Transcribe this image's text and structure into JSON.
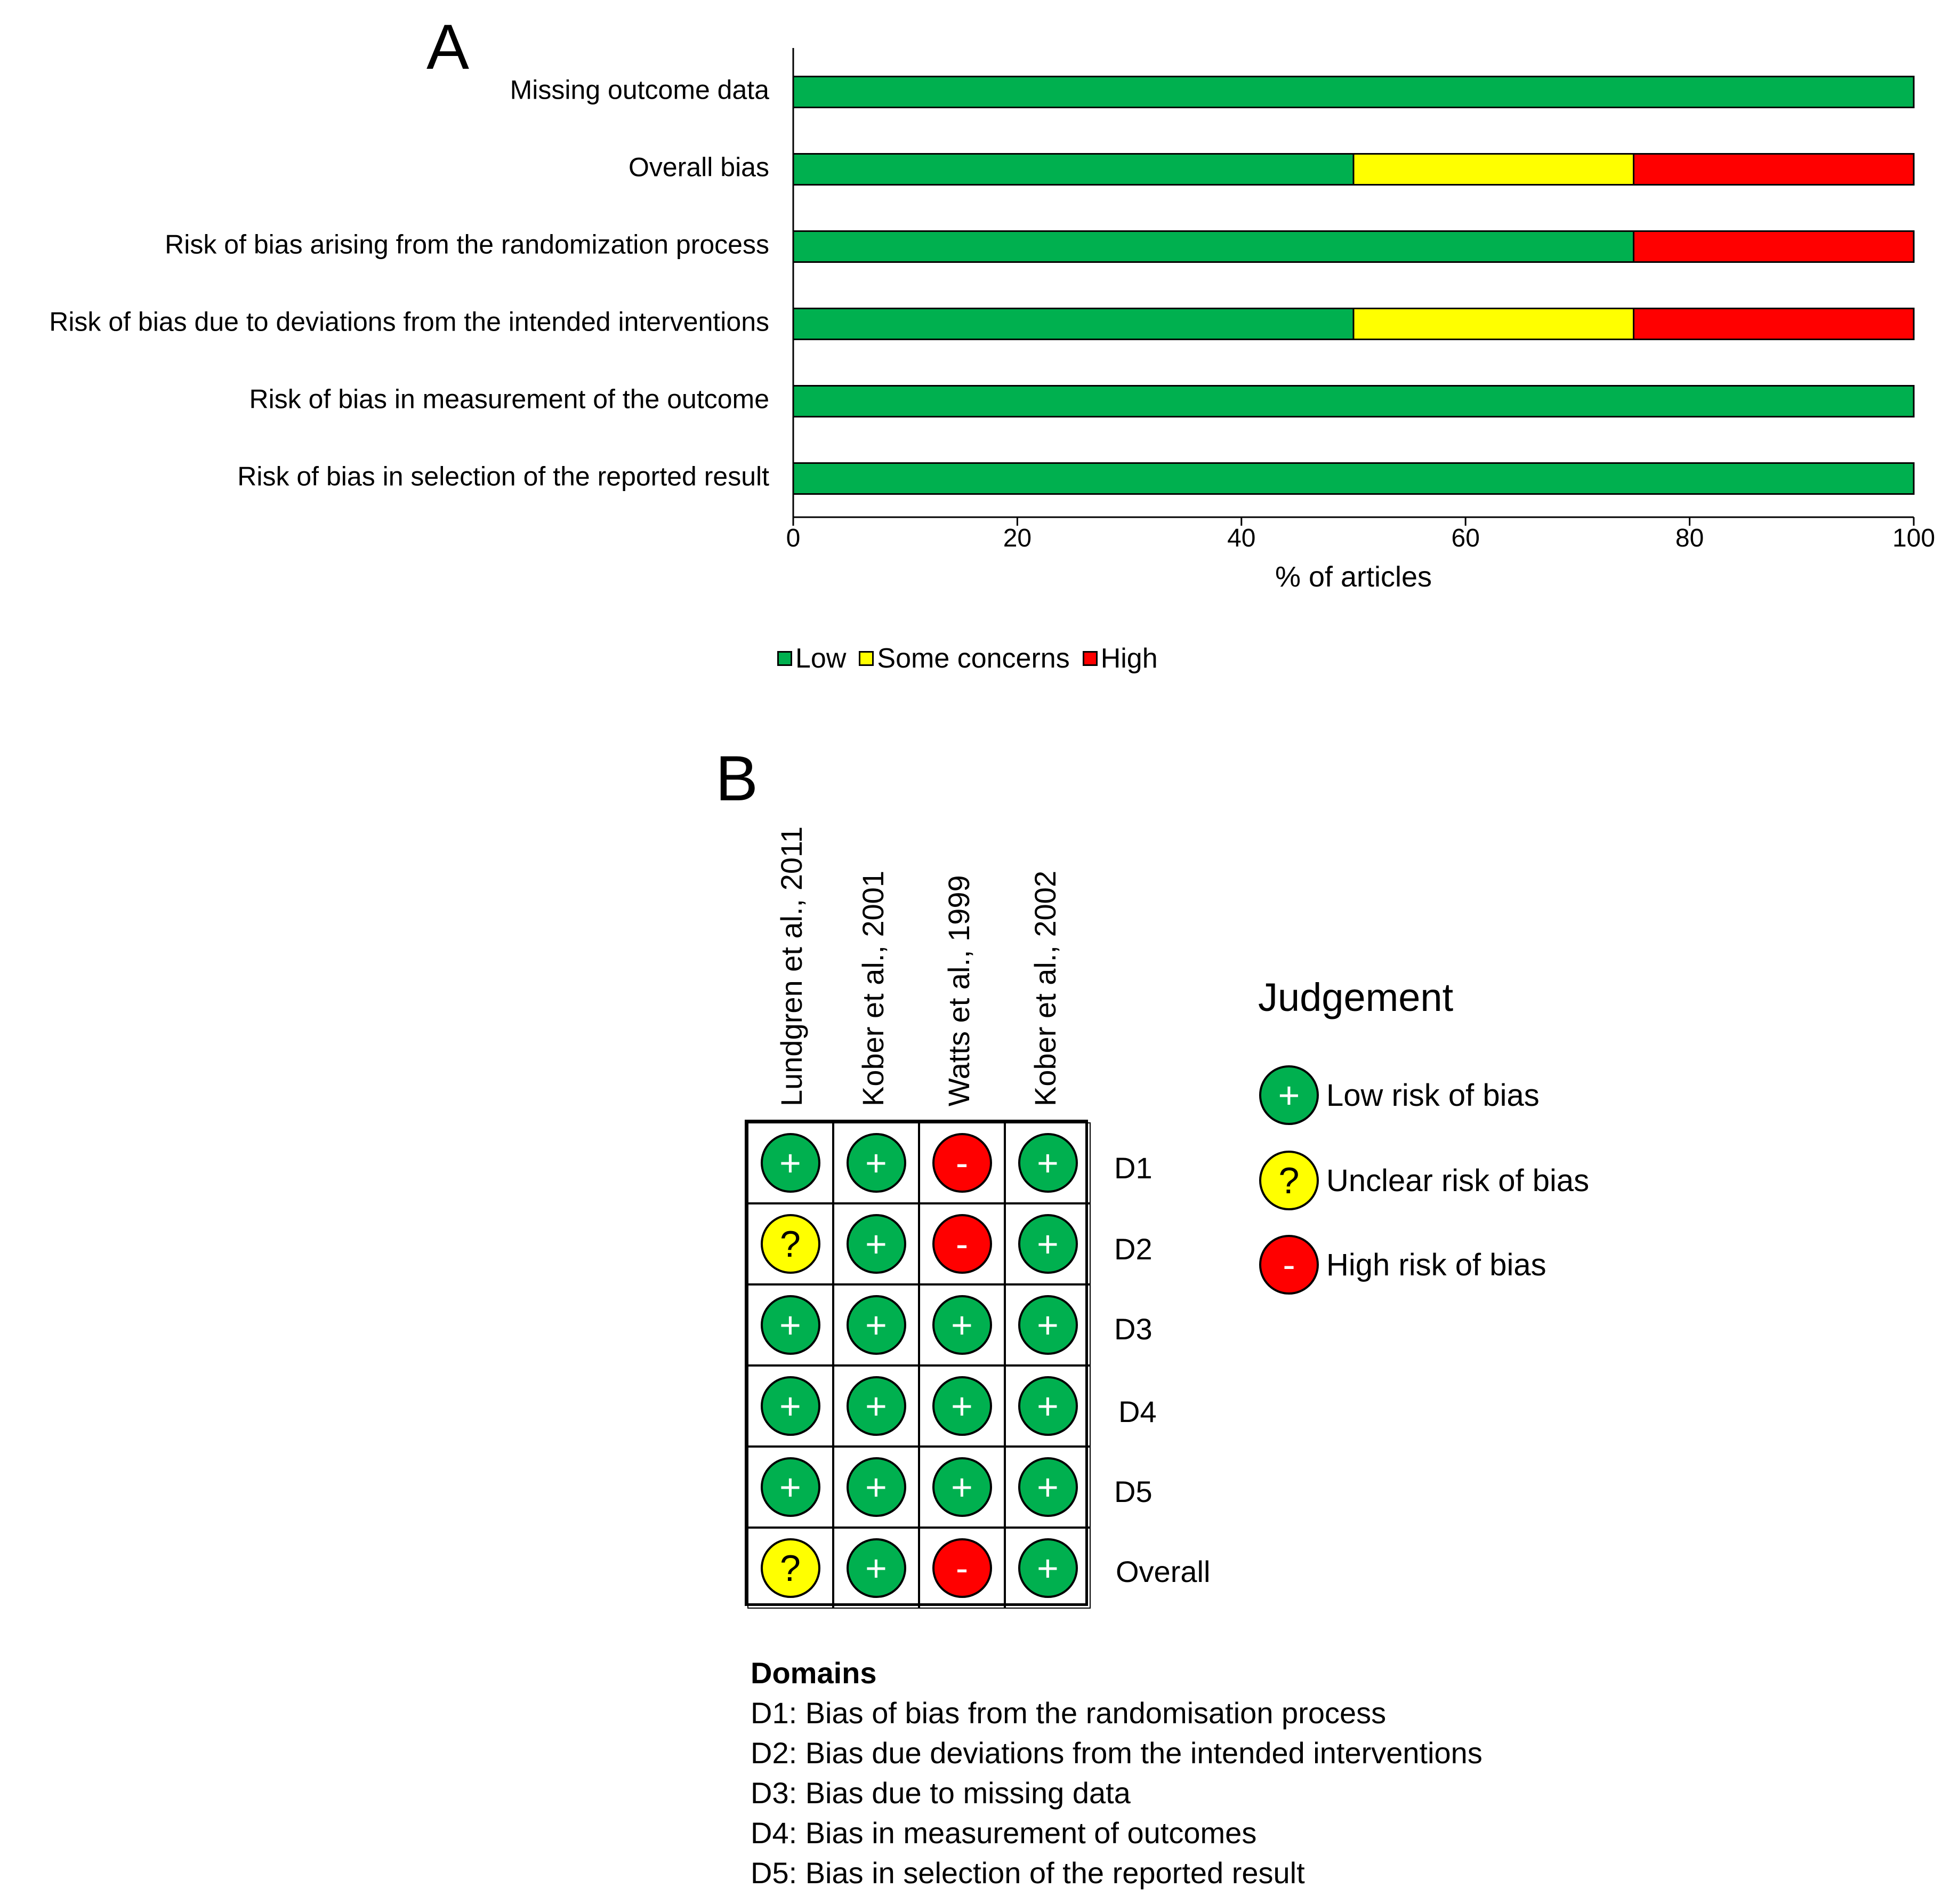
{
  "panel_a": {
    "letter": "A",
    "legend": [
      {
        "label": "Low",
        "color": "#00b04f"
      },
      {
        "label": "Some concerns",
        "color": "#ffff00"
      },
      {
        "label": "High",
        "color": "#ff0000"
      }
    ]
  },
  "panel_b": {
    "letter": "B",
    "studies": [
      "Lundgren et al., 2011",
      "Kober et al., 2001",
      "Watts et al., 1999",
      "Kober et al., 2002"
    ],
    "domains_rows": [
      "D1",
      "D2",
      "D3",
      "D4",
      "D5",
      "Overall"
    ],
    "judgements": [
      [
        "low",
        "low",
        "high",
        "low"
      ],
      [
        "unclear",
        "low",
        "high",
        "low"
      ],
      [
        "low",
        "low",
        "low",
        "low"
      ],
      [
        "low",
        "low",
        "low",
        "low"
      ],
      [
        "low",
        "low",
        "low",
        "low"
      ],
      [
        "unclear",
        "low",
        "high",
        "low"
      ]
    ],
    "symbols": {
      "low": "+",
      "unclear": "?",
      "high": "-"
    },
    "legend": {
      "title": "Judgement",
      "items": [
        {
          "key": "low",
          "label": "Low risk of bias"
        },
        {
          "key": "unclear",
          "label": "Unclear risk of bias"
        },
        {
          "key": "high",
          "label": "High risk of bias"
        }
      ]
    },
    "domains_legend": {
      "title": "Domains",
      "lines": [
        "D1: Bias of bias from the randomisation process",
        "D2: Bias due deviations from the intended interventions",
        "D3: Bias due to missing data",
        "D4: Bias in measurement of outcomes",
        "D5: Bias in selection of the reported result"
      ]
    }
  },
  "chart_data": [
    {
      "type": "bar",
      "orientation": "horizontal",
      "stacked": true,
      "categories": [
        "Missing outcome data",
        "Overall bias",
        "Risk of bias arising from the randomization process",
        "Risk of bias due to deviations from the intended interventions",
        "Risk of bias in measurement of the outcome",
        "Risk of bias in selection of the reported result"
      ],
      "series": [
        {
          "name": "Low",
          "color": "#00b04f",
          "values": [
            100,
            50,
            75,
            50,
            100,
            100
          ]
        },
        {
          "name": "Some concerns",
          "color": "#ffff00",
          "values": [
            0,
            25,
            0,
            25,
            0,
            0
          ]
        },
        {
          "name": "High",
          "color": "#ff0000",
          "values": [
            0,
            25,
            25,
            25,
            0,
            0
          ]
        }
      ],
      "xlabel": "% of articles",
      "xlim": [
        0,
        100
      ],
      "xticks": [
        0,
        20,
        40,
        60,
        80,
        100
      ],
      "grid": false,
      "legend_position": "bottom"
    }
  ]
}
